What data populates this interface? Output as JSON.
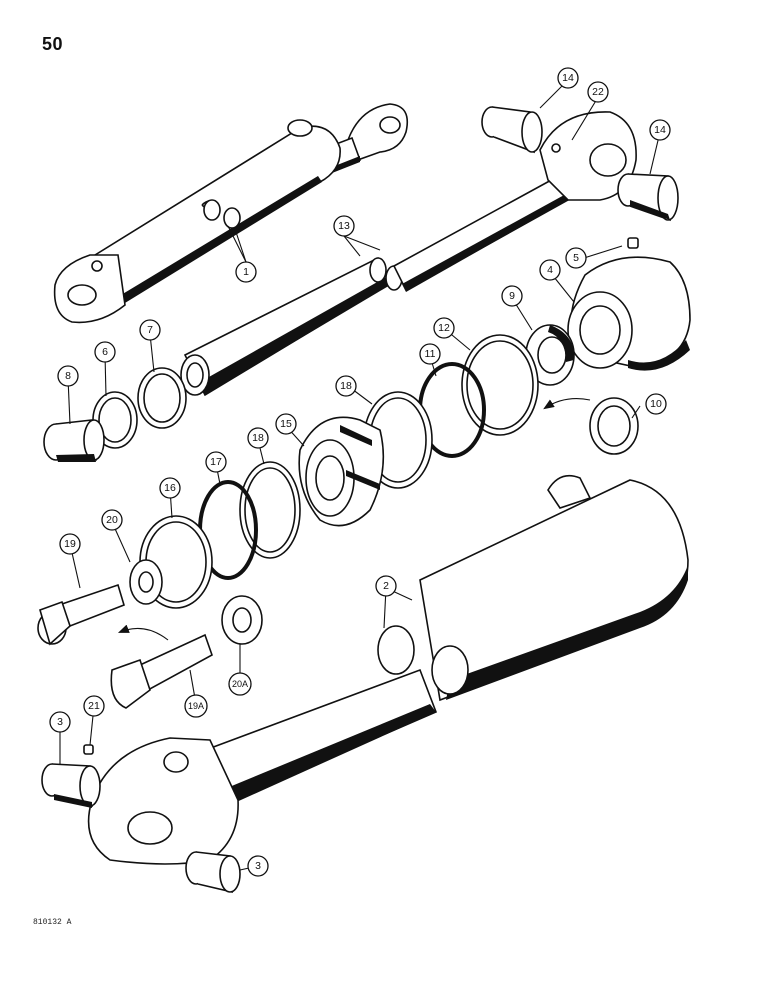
{
  "page_number": "50",
  "figure_code": "810132 A",
  "callouts": [
    "1",
    "13",
    "14",
    "22",
    "14",
    "5",
    "4",
    "9",
    "12",
    "11",
    "7",
    "6",
    "8",
    "18",
    "10",
    "15",
    "18",
    "17",
    "16",
    "20",
    "19",
    "2",
    "20A",
    "19A",
    "3",
    "21",
    "3"
  ],
  "colors": {
    "ink": "#111111",
    "paper": "#ffffff"
  }
}
